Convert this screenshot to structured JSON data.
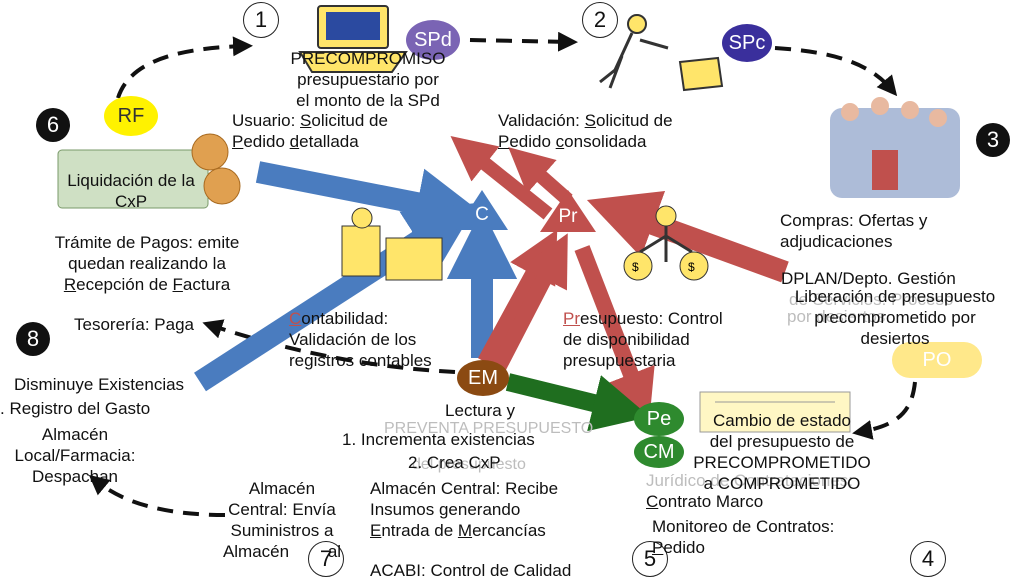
{
  "numbers": {
    "n1": "1",
    "n2": "2",
    "n3": "3",
    "n4": "4",
    "n5": "5",
    "n6": "6",
    "n7": "7",
    "n8": "8"
  },
  "badges": {
    "spd": "SPd",
    "spc": "SPc",
    "rf": "RF",
    "po": "PO",
    "em": "EM",
    "pe": "Pe",
    "cm": "CM",
    "c": "C",
    "pr": "Pr"
  },
  "step1": {
    "title": "PRECOMPROMISO presupuestario por el monto de la SPd",
    "lines": [
      "PRECOMPROMISO",
      "presupuestario por",
      "el monto de la SPd"
    ]
  },
  "usuario": {
    "a": "Usuario: ",
    "b": "S",
    "c": "olicitud de",
    "d": "P",
    "e": "edido ",
    "f": "d",
    "g": "etallada"
  },
  "validacion": {
    "a": "Validación: ",
    "b": "S",
    "c": "olicitud de",
    "d": "P",
    "e": "edido ",
    "f": "c",
    "g": "onsolidada"
  },
  "compras": {
    "line1": "Compras: Ofertas y",
    "line2": "adjudicaciones"
  },
  "dplan": {
    "line1": "DPLAN/Depto. Gestión",
    "line2": "de Servicios: Proceso",
    "line3": "por desiertos"
  },
  "liberacion": {
    "line1": "Liberación de presupuesto",
    "line2": "precomprometido por",
    "line3": "desiertos"
  },
  "liquidacion": {
    "line1": "Liquidación de la",
    "line2": "CxP"
  },
  "tramite": {
    "line1": "Trámite de Pagos: emite",
    "line2": "quedan realizando la",
    "line3r": "R",
    "line3a": "ecepción de ",
    "line3f": "F",
    "line3b": "actura"
  },
  "tesoreria": "Tesorería: Paga",
  "contabilidad": {
    "c": "C",
    "line1": "ontabilidad:",
    "line2": "Validación de los",
    "line3": "registros contables"
  },
  "presupuesto": {
    "pr": "Pr",
    "line1": "esupuesto: Control",
    "line2": "de disponibilidad",
    "line3": "presupuestaria"
  },
  "cambio": {
    "line1": "Cambio de estado",
    "line2": "del presupuesto de",
    "line3": "PRECOMPROMETIDO",
    "line4": "a COMPROMETIDO"
  },
  "juridico": {
    "line1": "Jurídico de Contrataciones:",
    "c": "C",
    "line2": "ontrato Marco",
    "line3": "Monitoreo de Contratos:",
    "p": "P",
    "line4": "edido"
  },
  "lectura": {
    "line1": "Lectura y",
    "ghost": "PREVENTA PRESUPUESTO",
    "ghost2": "del presupuesto",
    "item1": "1.  Incrementa existencias",
    "item2": "2.  Crea CxP"
  },
  "almacen_central_recibe": {
    "line1": "Almacén Central: Recibe",
    "line2": "Insumos generando",
    "e": "E",
    "line3": "ntrada de ",
    "m": "M",
    "line3b": "ercancías"
  },
  "acabi": "ACABI: Control de Calidad",
  "almacen_envia": {
    "line1": "Almacén",
    "line2": "Central: Envía",
    "line3": "Suministros a",
    "line4a": "Almacén ",
    "line4b": "al"
  },
  "almacen_local": {
    "l1": "Disminuye Existencias",
    "l2": ".   Registro del Gasto",
    "l3": "Almacén",
    "l4": "Local/Farmacia:",
    "l5": "Despachan"
  },
  "colors": {
    "blue": "#4a7cbf",
    "red": "#c0504d",
    "green": "#1f6e1f",
    "spd": "#7a64b4",
    "spc": "#3a2f9c",
    "yellow": "#fff200",
    "em": "#8b4a12"
  }
}
